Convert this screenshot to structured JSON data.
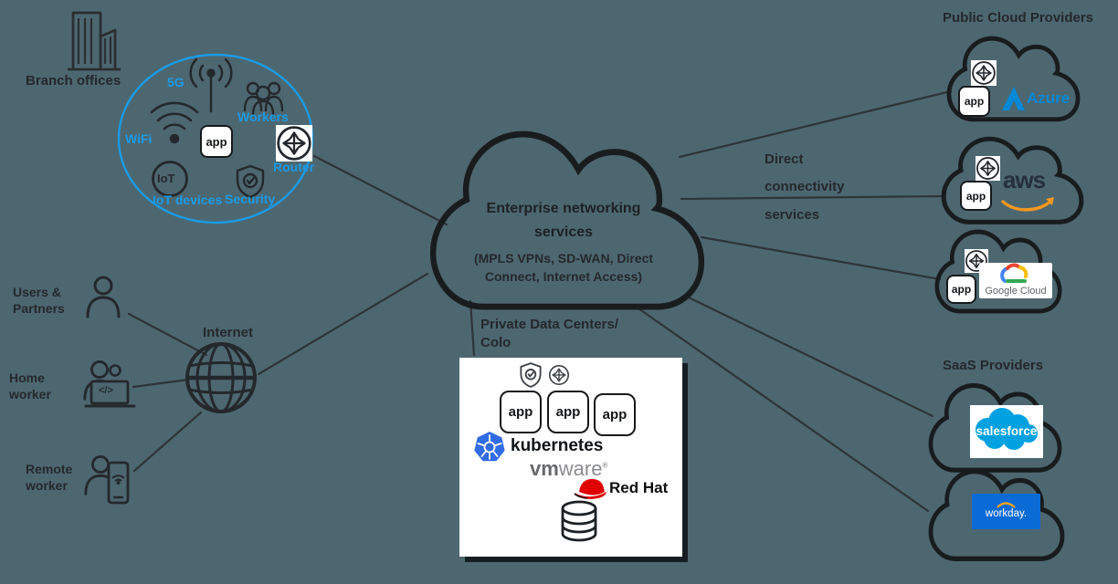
{
  "colors": {
    "background": "#4d6770",
    "accent_blue": "#1b9be8",
    "azure_blue": "#0089d6",
    "aws_orange": "#f7981f",
    "google_gray": "#5f6368",
    "salesforce_blue": "#00a1e0",
    "workday_blue": "#0a6bd7",
    "kubernetes_blue": "#326ce5",
    "redhat_red": "#e00000"
  },
  "branch_offices": {
    "label": "Branch offices"
  },
  "branch_circle": {
    "labels": {
      "g5": "5G",
      "wifi": "WiFi",
      "iot": "IoT devices",
      "workers": "Workers",
      "router": "Router",
      "security": "Security"
    },
    "iot_glyph": "IoT",
    "app_label": "app"
  },
  "enterprise_cloud": {
    "title1": "Enterprise networking",
    "title2": "services",
    "sub1": "(MPLS VPNs, SD-WAN, Direct",
    "sub2": "Connect, Internet Access)"
  },
  "direct_connectivity": {
    "l1": "Direct",
    "l2": "connectivity",
    "l3": "services"
  },
  "public_cloud": {
    "heading": "Public Cloud Providers",
    "azure": {
      "name": "Azure",
      "app": "app"
    },
    "aws": {
      "name": "aws",
      "app": "app"
    },
    "google": {
      "name": "Google Cloud",
      "app": "app"
    }
  },
  "saas": {
    "heading": "SaaS Providers",
    "salesforce": "salesforce",
    "workday": "workday."
  },
  "remote_access": {
    "users1": "Users &",
    "users2": "Partners",
    "home1": "Home",
    "home2": "worker",
    "remote1": "Remote",
    "remote2": "worker",
    "internet": "Internet",
    "laptop_glyph": "</>"
  },
  "datacenter": {
    "label1": "Private Data Centers/",
    "label2": "Colo",
    "apps": [
      "app",
      "app",
      "app"
    ],
    "kubernetes": "kubernetes",
    "vmware_vm": "vm",
    "vmware_ware": "ware",
    "vmware_reg": "®",
    "redhat": "Red Hat"
  }
}
